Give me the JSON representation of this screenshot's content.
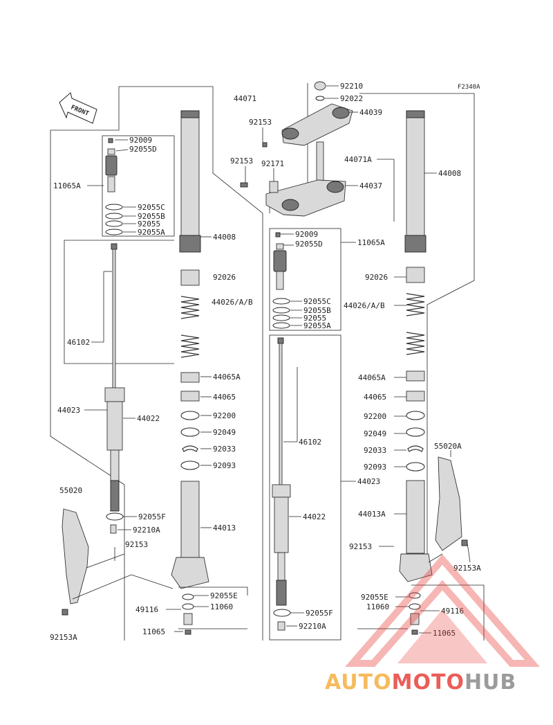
{
  "diagram_ref": "F2340A",
  "front_label": "FRONT",
  "watermark": {
    "part1": "AUTO",
    "part2": "MOTO",
    "part3": "HUB",
    "color_orange": "#f5b042",
    "color_red": "#e8413c",
    "color_gray": "#8a8a8a"
  },
  "labels": {
    "l_92009_left": "92009",
    "l_92055D_left": "92055D",
    "l_11065A_left": "11065A",
    "l_92055C_left": "92055C",
    "l_92055B_left": "92055B",
    "l_92055_left": "92055",
    "l_92055A_left": "92055A",
    "l_46102_left": "46102",
    "l_44023_left": "44023",
    "l_44022_left": "44022",
    "l_55020": "55020",
    "l_92055F_left": "92055F",
    "l_92210A_left": "92210A",
    "l_92153_left_low": "92153",
    "l_92153A_left": "92153A",
    "l_49116_left": "49116",
    "l_11060_left": "11060",
    "l_92055E_left": "92055E",
    "l_11065_left": "11065",
    "l_44008_left": "44008",
    "l_92026_left": "92026",
    "l_44026_left": "44026/A/B",
    "l_44065A_left": "44065A",
    "l_44065_left": "44065",
    "l_92200_left": "92200",
    "l_92049_left": "92049",
    "l_92033_left": "92033",
    "l_92093_left": "92093",
    "l_44013_left": "44013",
    "l_44071": "44071",
    "l_92210": "92210",
    "l_92022": "92022",
    "l_44039": "44039",
    "l_92153_top": "92153",
    "l_92153_mid": "92153",
    "l_92171": "92171",
    "l_44037": "44037",
    "l_44071A": "44071A",
    "l_44008_right": "44008",
    "l_92009_right": "92009",
    "l_92055D_right": "92055D",
    "l_11065A_right": "11065A",
    "l_92055C_right": "92055C",
    "l_92055B_right": "92055B",
    "l_92055_right": "92055",
    "l_92055A_right": "92055A",
    "l_92026_right": "92026",
    "l_44026_right": "44026/A/B",
    "l_44065A_right": "44065A",
    "l_44065_right": "44065",
    "l_92200_right": "92200",
    "l_92049_right": "92049",
    "l_46102_right": "46102",
    "l_92033_right": "92033",
    "l_92093_right": "92093",
    "l_55020A": "55020A",
    "l_44023_right": "44023",
    "l_44022_right": "44022",
    "l_44013A_right": "44013A",
    "l_92153_right": "92153",
    "l_92153A_right": "92153A",
    "l_92055E_right": "92055E",
    "l_11060_right": "11060",
    "l_49116_right": "49116",
    "l_92055F_right": "92055F",
    "l_92210A_right": "92210A",
    "l_11065_right": "11065"
  }
}
